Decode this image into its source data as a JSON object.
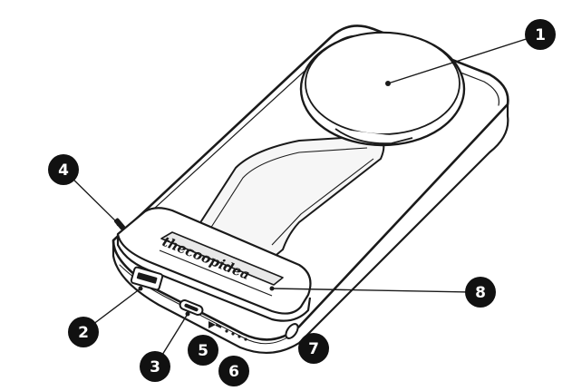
{
  "brand": {
    "logo_text": "thecoopidea"
  },
  "callouts": [
    {
      "number": "1",
      "target": "magnetic-wireless-charging-pad"
    },
    {
      "number": "2",
      "target": "usb-a-port"
    },
    {
      "number": "3",
      "target": "usb-c-port"
    },
    {
      "number": "4",
      "target": "power-button"
    },
    {
      "number": "5",
      "target": "power-indicator-icon"
    },
    {
      "number": "6",
      "target": "battery-level-leds"
    },
    {
      "number": "7",
      "target": "lanyard-hole"
    },
    {
      "number": "8",
      "target": "kickstand-hinge"
    }
  ],
  "colors": {
    "outline": "#1a1a1a",
    "badge": "#111111",
    "fill": "#ffffff",
    "shade": "#f2f2f2"
  }
}
